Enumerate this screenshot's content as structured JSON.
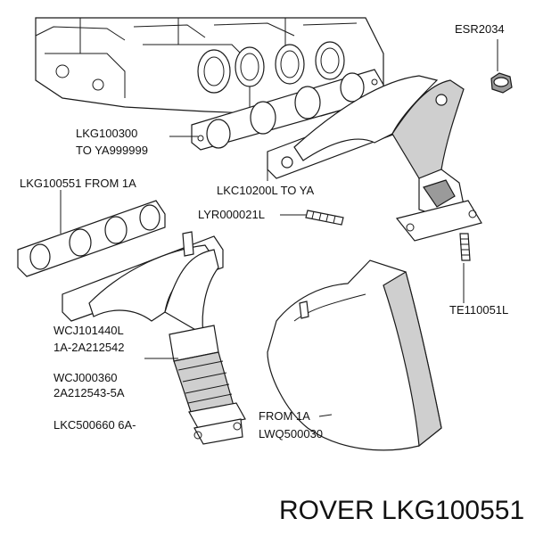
{
  "parts": [
    {
      "id": "esr",
      "lines": [
        "ESR2034"
      ]
    },
    {
      "id": "lkg100300",
      "lines": [
        "LKG100300",
        "TO YA999999"
      ]
    },
    {
      "id": "lkg100551",
      "lines": [
        "LKG100551 FROM 1A"
      ]
    },
    {
      "id": "lkc10200l",
      "lines": [
        "LKC10200L TO YA"
      ]
    },
    {
      "id": "lyr",
      "lines": [
        "LYR000021L"
      ]
    },
    {
      "id": "te",
      "lines": [
        "TE110051L"
      ]
    },
    {
      "id": "wcj101440l",
      "lines": [
        "WCJ101440L",
        "1A-2A212542"
      ]
    },
    {
      "id": "wcj000360",
      "lines": [
        "WCJ000360",
        "2A212543-5A"
      ]
    },
    {
      "id": "lkc500660",
      "lines": [
        "LKC500660 6A-"
      ]
    },
    {
      "id": "lwq",
      "lines": [
        "FROM 1A",
        "LWQ500030"
      ]
    }
  ],
  "footer": {
    "brand": "ROVER",
    "part_number": "LKG100551"
  }
}
